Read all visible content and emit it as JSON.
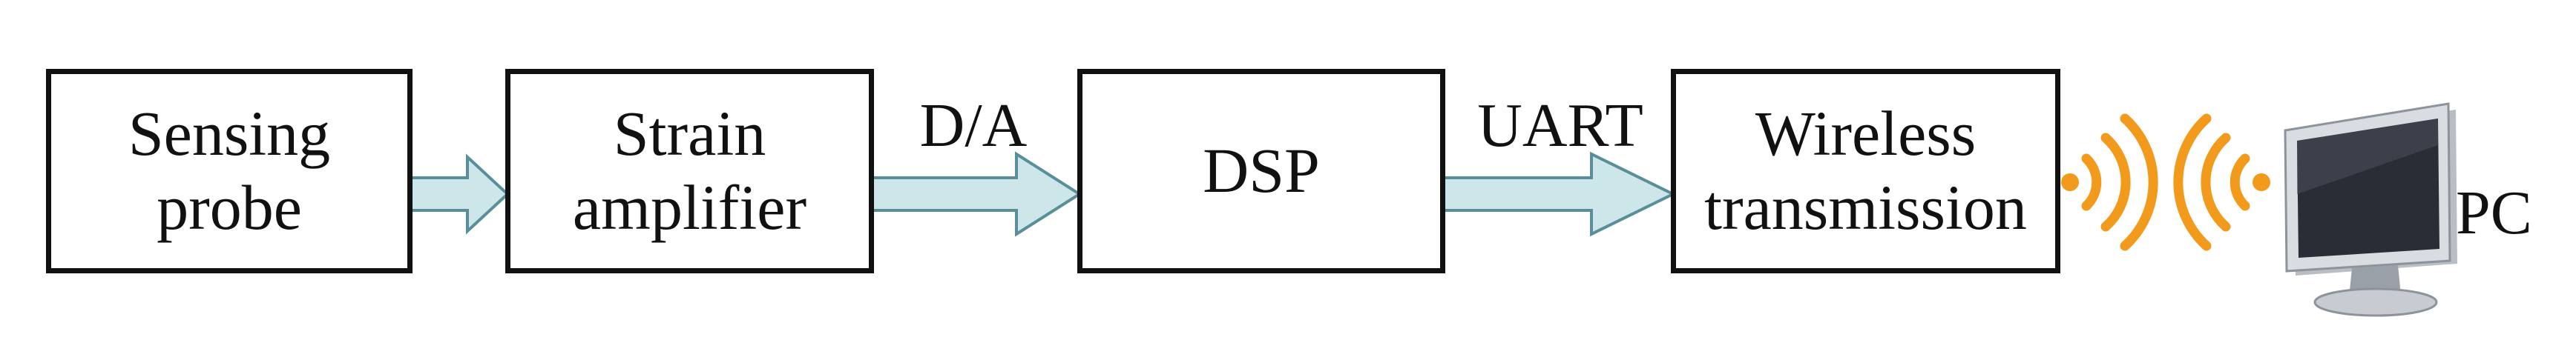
{
  "blocks": {
    "sensing_probe": {
      "line1": "Sensing",
      "line2": "probe"
    },
    "strain_amplifier": {
      "line1": "Strain",
      "line2": "amplifier"
    },
    "dsp": {
      "label": "DSP"
    },
    "wireless_transmission": {
      "line1": "Wireless",
      "line2": "transmission"
    }
  },
  "connectors": {
    "da_label": "D/A",
    "uart_label": "UART"
  },
  "pc": {
    "label": "PC"
  },
  "colors": {
    "line": "#111111",
    "arrow_fill": "#cde6ea",
    "arrow_stroke": "#5a8f99",
    "signal_orange": "#f29a1c",
    "monitor_frame": "#cfd3d8",
    "monitor_screen": "#2a2d35",
    "monitor_stand": "#9aa0a8"
  },
  "icons": {
    "signal_out": "wifi-waves-icon",
    "signal_in": "wifi-waves-icon",
    "pc": "monitor-icon"
  }
}
